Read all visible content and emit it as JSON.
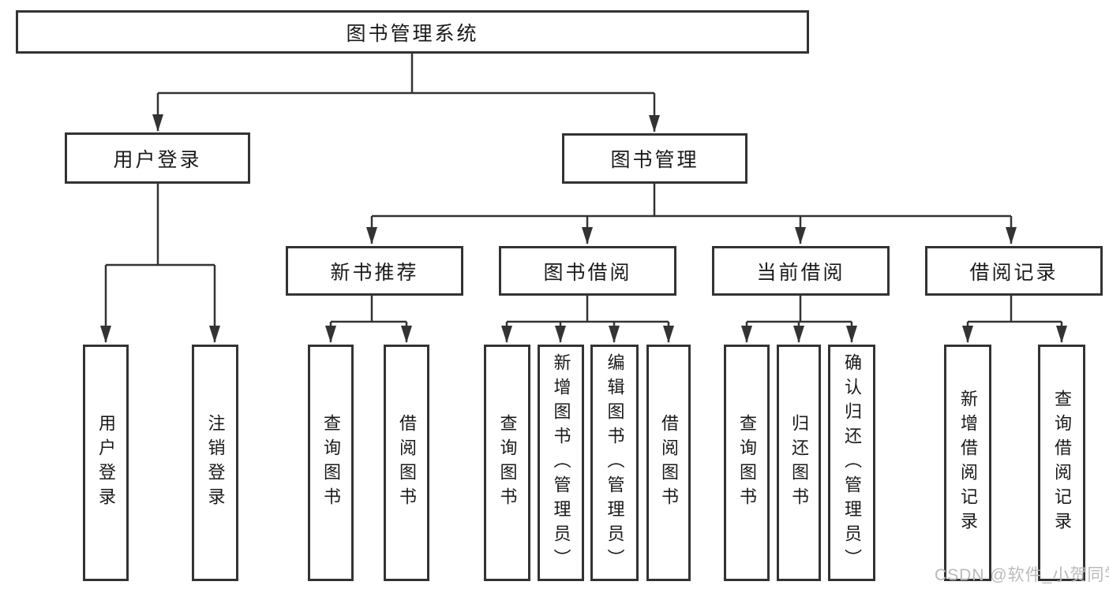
{
  "diagram": {
    "root_label": "图书管理系统",
    "branches": [
      {
        "label": "用户登录",
        "leaves": [
          "用户登录",
          "注销登录"
        ]
      },
      {
        "label": "图书管理",
        "groups": [
          {
            "label": "新书推荐",
            "leaves": [
              "查询图书",
              "借阅图书"
            ]
          },
          {
            "label": "图书借阅",
            "leaves": [
              "查询图书",
              "新增图书（管理员）",
              "编辑图书（管理员）",
              "借阅图书"
            ]
          },
          {
            "label": "当前借阅",
            "leaves": [
              "查询图书",
              "归还图书",
              "确认归还（管理员）"
            ]
          },
          {
            "label": "借阅记录",
            "leaves": [
              "新增借阅记录",
              "查询借阅记录"
            ]
          }
        ]
      }
    ]
  },
  "watermark": "CSDN @软件_小贺同学",
  "colors": {
    "line": "#333333",
    "box_border": "#333333",
    "text": "#1a1a1a",
    "watermark": "#bababa",
    "background": "#ffffff"
  }
}
